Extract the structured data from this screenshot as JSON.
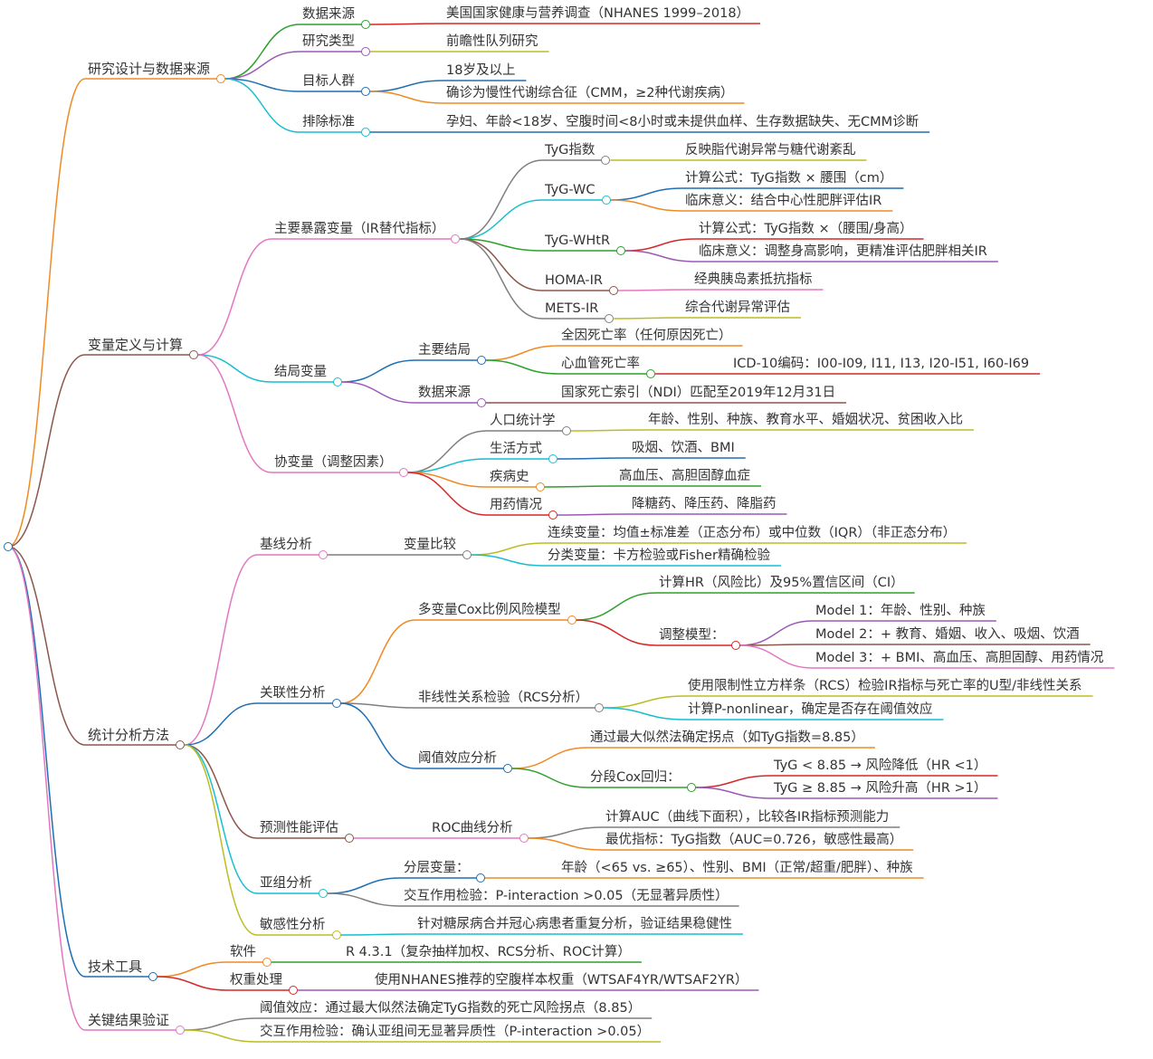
{
  "colors": {
    "orange": "#f08a24",
    "green": "#2ea02c",
    "purple": "#9b59b6",
    "blue": "#1f6fb4",
    "cyan": "#17becf",
    "pink": "#e377c2",
    "brown": "#8c564b",
    "red": "#d62728",
    "olive": "#bcbd22",
    "gray": "#7f7f7f",
    "navy": "#1f3aa8"
  },
  "tree": [
    {
      "label": "研究设计与数据来源",
      "c": "orange",
      "children": [
        {
          "label": "数据来源",
          "c": "green",
          "children": [
            {
              "label": "美国国家健康与营养调查（NHANES 1999–2018）",
              "c": "red"
            }
          ]
        },
        {
          "label": "研究类型",
          "c": "purple",
          "children": [
            {
              "label": "前瞻性队列研究",
              "c": "olive"
            }
          ]
        },
        {
          "label": "目标人群",
          "c": "blue",
          "children": [
            {
              "label": "18岁及以上",
              "c": "blue"
            },
            {
              "label": "确诊为慢性代谢综合征（CMM，≥2种代谢疾病）",
              "c": "orange"
            }
          ]
        },
        {
          "label": "排除标准",
          "c": "cyan",
          "children": [
            {
              "label": "孕妇、年龄<18岁、空腹时间<8小时或未提供血样、生存数据缺失、无CMM诊断",
              "c": "blue"
            }
          ]
        }
      ]
    },
    {
      "label": "变量定义与计算",
      "c": "brown",
      "children": [
        {
          "label": "主要暴露变量（IR替代指标）",
          "c": "pink",
          "children": [
            {
              "label": "TyG指数",
              "c": "gray",
              "children": [
                {
                  "label": "反映脂代谢异常与糖代谢紊乱",
                  "c": "olive"
                }
              ]
            },
            {
              "label": "TyG-WC",
              "c": "cyan",
              "children": [
                {
                  "label": "计算公式：TyG指数 × 腰围（cm）",
                  "c": "blue"
                },
                {
                  "label": "临床意义：结合中心性肥胖评估IR",
                  "c": "orange"
                }
              ]
            },
            {
              "label": "TyG-WHtR",
              "c": "green",
              "children": [
                {
                  "label": "计算公式：TyG指数 ×（腰围/身高）",
                  "c": "red"
                },
                {
                  "label": "临床意义：调整身高影响，更精准评估肥胖相关IR",
                  "c": "purple"
                }
              ]
            },
            {
              "label": "HOMA-IR",
              "c": "brown",
              "children": [
                {
                  "label": "经典胰岛素抵抗指标",
                  "c": "pink"
                }
              ]
            },
            {
              "label": "METS-IR",
              "c": "gray",
              "children": [
                {
                  "label": "综合代谢异常评估",
                  "c": "olive"
                }
              ]
            }
          ]
        },
        {
          "label": "结局变量",
          "c": "cyan",
          "children": [
            {
              "label": "主要结局",
              "c": "blue",
              "children": [
                {
                  "label": "全因死亡率（任何原因死亡）",
                  "c": "orange"
                },
                {
                  "label": "心血管死亡率",
                  "c": "green",
                  "children": [
                    {
                      "label": "ICD-10编码：I00-I09, I11, I13, I20-I51, I60-I69",
                      "c": "red"
                    }
                  ]
                }
              ]
            },
            {
              "label": "数据来源",
              "c": "purple",
              "children": [
                {
                  "label": "国家死亡索引（NDI）匹配至2019年12月31日",
                  "c": "brown"
                }
              ]
            }
          ]
        },
        {
          "label": "协变量（调整因素）",
          "c": "pink",
          "children": [
            {
              "label": "人口统计学",
              "c": "gray",
              "children": [
                {
                  "label": "年龄、性别、种族、教育水平、婚姻状况、贫困收入比",
                  "c": "olive"
                }
              ]
            },
            {
              "label": "生活方式",
              "c": "cyan",
              "children": [
                {
                  "label": "吸烟、饮酒、BMI",
                  "c": "blue"
                }
              ]
            },
            {
              "label": "疾病史",
              "c": "orange",
              "children": [
                {
                  "label": "高血压、高胆固醇血症",
                  "c": "green"
                }
              ]
            },
            {
              "label": "用药情况",
              "c": "red",
              "children": [
                {
                  "label": "降糖药、降压药、降脂药",
                  "c": "purple"
                }
              ]
            }
          ]
        }
      ]
    },
    {
      "label": "统计分析方法",
      "c": "brown",
      "children": [
        {
          "label": "基线分析",
          "c": "pink",
          "children": [
            {
              "label": "变量比较",
              "c": "gray",
              "children": [
                {
                  "label": "连续变量：均值±标准差（正态分布）或中位数（IQR）（非正态分布）",
                  "c": "olive"
                },
                {
                  "label": "分类变量：卡方检验或Fisher精确检验",
                  "c": "cyan"
                }
              ]
            }
          ]
        },
        {
          "label": "关联性分析",
          "c": "blue",
          "children": [
            {
              "label": "多变量Cox比例风险模型",
              "c": "orange",
              "children": [
                {
                  "label": "计算HR（风险比）及95%置信区间（CI）",
                  "c": "green"
                },
                {
                  "label": "调整模型：",
                  "c": "red",
                  "children": [
                    {
                      "label": "Model 1：年龄、性别、种族",
                      "c": "purple"
                    },
                    {
                      "label": "Model 2：+ 教育、婚姻、收入、吸烟、饮酒",
                      "c": "brown"
                    },
                    {
                      "label": "Model 3：+ BMI、高血压、高胆固醇、用药情况",
                      "c": "pink"
                    }
                  ]
                }
              ]
            },
            {
              "label": "非线性关系检验（RCS分析）",
              "c": "gray",
              "children": [
                {
                  "label": "使用限制性立方样条（RCS）检验IR指标与死亡率的U型/非线性关系",
                  "c": "olive"
                },
                {
                  "label": "计算P-nonlinear，确定是否存在阈值效应",
                  "c": "cyan"
                }
              ]
            },
            {
              "label": "阈值效应分析",
              "c": "blue",
              "children": [
                {
                  "label": "通过最大似然法确定拐点（如TyG指数=8.85）",
                  "c": "orange"
                },
                {
                  "label": "分段Cox回归：",
                  "c": "green",
                  "children": [
                    {
                      "label": "TyG < 8.85 → 风险降低（HR <1）",
                      "c": "red"
                    },
                    {
                      "label": "TyG ≥ 8.85 → 风险升高（HR >1）",
                      "c": "purple"
                    }
                  ]
                }
              ]
            }
          ]
        },
        {
          "label": "预测性能评估",
          "c": "brown",
          "children": [
            {
              "label": "ROC曲线分析",
              "c": "pink",
              "children": [
                {
                  "label": "计算AUC（曲线下面积），比较各IR指标预测能力",
                  "c": "gray"
                },
                {
                  "label": "最优指标：TyG指数（AUC=0.726，敏感性最高）",
                  "c": "orange"
                }
              ]
            }
          ]
        },
        {
          "label": "亚组分析",
          "c": "cyan",
          "children": [
            {
              "label": "分层变量：",
              "c": "blue",
              "children": [
                {
                  "label": "年龄（<65 vs. ≥65）、性别、BMI（正常/超重/肥胖）、种族",
                  "c": "orange"
                }
              ]
            },
            {
              "label": "交互作用检验：P-interaction >0.05（无显著异质性）",
              "c": "gray"
            }
          ]
        },
        {
          "label": "敏感性分析",
          "c": "olive",
          "children": [
            {
              "label": "针对糖尿病合并冠心病患者重复分析，验证结果稳健性",
              "c": "cyan"
            }
          ]
        }
      ]
    },
    {
      "label": "技术工具",
      "c": "blue",
      "children": [
        {
          "label": "软件",
          "c": "orange",
          "children": [
            {
              "label": "R 4.3.1（复杂抽样加权、RCS分析、ROC计算）",
              "c": "green"
            }
          ]
        },
        {
          "label": "权重处理",
          "c": "red",
          "children": [
            {
              "label": "使用NHANES推荐的空腹样本权重（WTSAF4YR/WTSAF2YR）",
              "c": "purple"
            }
          ]
        }
      ]
    },
    {
      "label": "关键结果验证",
      "c": "pink",
      "children": [
        {
          "label": "阈值效应：通过最大似然法确定TyG指数的死亡风险拐点（8.85）",
          "c": "gray"
        },
        {
          "label": "交互作用检验：确认亚组间无显著异质性（P-interaction >0.05）",
          "c": "olive"
        }
      ]
    }
  ]
}
